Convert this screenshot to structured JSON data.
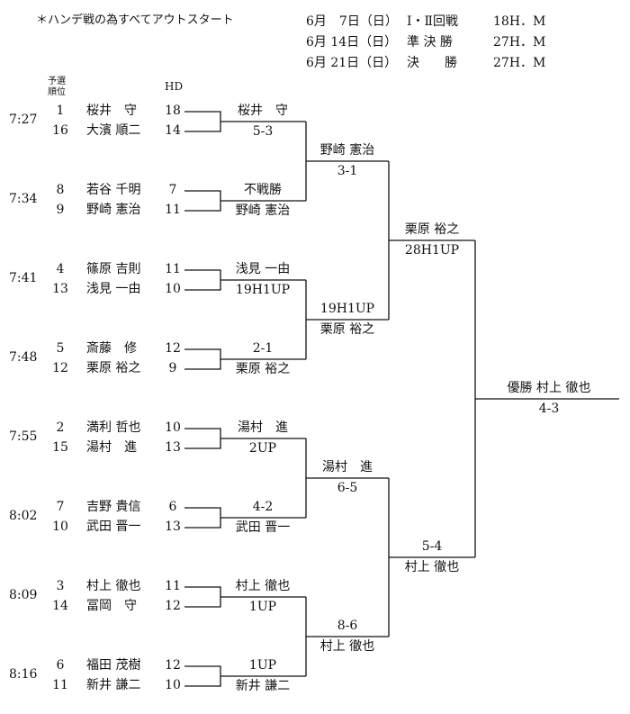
{
  "note": "＊ハンデ戦の為すべてアウトスタート",
  "schedule": [
    {
      "date": "6月　7日（日）",
      "round": "Ⅰ・Ⅱ回戦",
      "holes": "18H．M"
    },
    {
      "date": "6月 14日（日）",
      "round": "準 決 勝",
      "holes": "27H．M"
    },
    {
      "date": "6月 21日（日）",
      "round": "決　　勝",
      "holes": "27H．M"
    }
  ],
  "headers": {
    "rank_line1": "予選",
    "rank_line2": "順位",
    "hd": "HD"
  },
  "times": [
    "7:27",
    "7:34",
    "7:41",
    "7:48",
    "7:55",
    "8:02",
    "8:09",
    "8:16"
  ],
  "entries": [
    {
      "rank": "1",
      "name": "桜井　守",
      "hd": "18"
    },
    {
      "rank": "16",
      "name": "大濱 順二",
      "hd": "14"
    },
    {
      "rank": "8",
      "name": "若谷 千明",
      "hd": "7"
    },
    {
      "rank": "9",
      "name": "野崎 憲治",
      "hd": "11"
    },
    {
      "rank": "4",
      "name": "篠原 吉則",
      "hd": "11"
    },
    {
      "rank": "13",
      "name": "浅見 一由",
      "hd": "10"
    },
    {
      "rank": "5",
      "name": "斎藤　修",
      "hd": "12"
    },
    {
      "rank": "12",
      "name": "栗原 裕之",
      "hd": "9"
    },
    {
      "rank": "2",
      "name": "満利 哲也",
      "hd": "10"
    },
    {
      "rank": "15",
      "name": "湯村　進",
      "hd": "13"
    },
    {
      "rank": "7",
      "name": "吉野 貴信",
      "hd": "6"
    },
    {
      "rank": "10",
      "name": "武田 晋一",
      "hd": "13"
    },
    {
      "rank": "3",
      "name": "村上 徹也",
      "hd": "11"
    },
    {
      "rank": "14",
      "name": "冨岡　守",
      "hd": "12"
    },
    {
      "rank": "6",
      "name": "福田 茂樹",
      "hd": "12"
    },
    {
      "rank": "11",
      "name": "新井 謙二",
      "hd": "10"
    }
  ],
  "round1": [
    {
      "top": "桜井　守",
      "bottom": "5-3"
    },
    {
      "top": "不戦勝",
      "bottom": "野崎 憲治"
    },
    {
      "top": "浅見 一由",
      "bottom": "19H1UP"
    },
    {
      "top": "2-1",
      "bottom": "栗原 裕之"
    },
    {
      "top": "湯村　進",
      "bottom": "2UP"
    },
    {
      "top": "4-2",
      "bottom": "武田 晋一"
    },
    {
      "top": "村上 徹也",
      "bottom": "1UP"
    },
    {
      "top": "1UP",
      "bottom": "新井 謙二"
    }
  ],
  "round2": [
    {
      "top": "野崎 憲治",
      "bottom": "3-1"
    },
    {
      "top": "19H1UP",
      "bottom": "栗原 裕之"
    },
    {
      "top": "湯村　進",
      "bottom": "6-5"
    },
    {
      "top": "8-6",
      "bottom": "村上 徹也"
    }
  ],
  "semifinal": [
    {
      "top": "栗原 裕之",
      "bottom": "28H1UP"
    },
    {
      "top": "5-4",
      "bottom": "村上 徹也"
    }
  ],
  "final": {
    "top": "優勝 村上 徹也",
    "bottom": "4-3"
  }
}
